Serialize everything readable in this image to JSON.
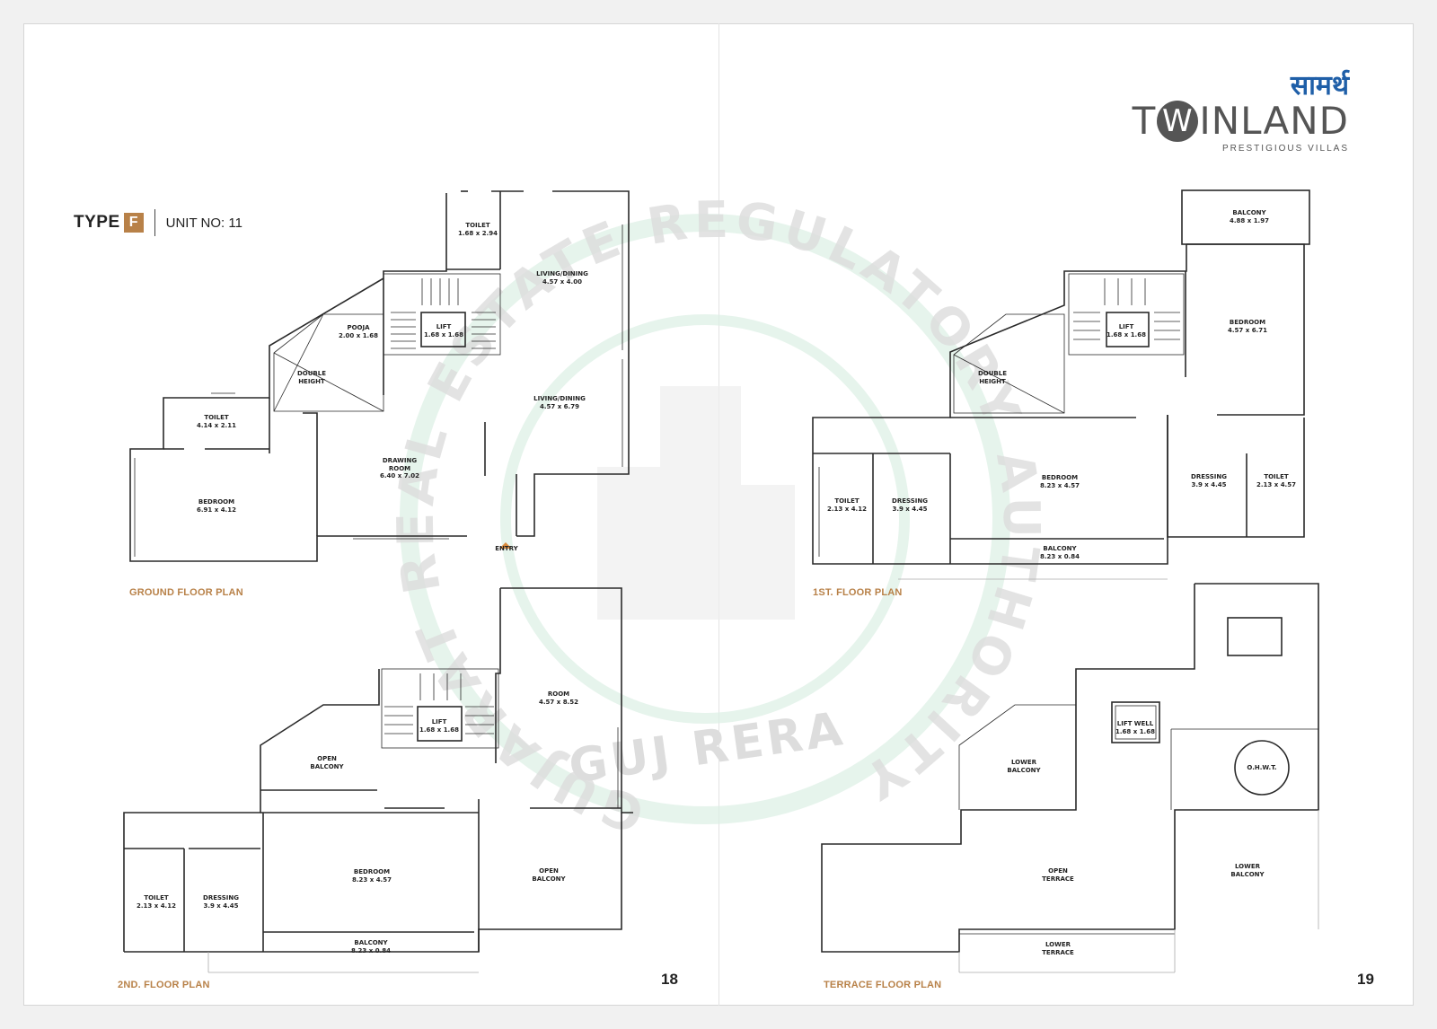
{
  "brand": {
    "hindi_name": "सामर्थ",
    "name_prefix": "T",
    "name_w": "W",
    "name_suffix": "INLAND",
    "tagline": "PRESTIGIOUS VILLAS"
  },
  "unit_header": {
    "type_word": "TYPE",
    "type_letter": "F",
    "unit_label": "UNIT NO: 11"
  },
  "watermark": {
    "ring_text": "GUJARAT REAL ESTATE REGULATORY AUTHORITY",
    "bottom_text": "GUJ RERA"
  },
  "page_numbers": {
    "left": "18",
    "right": "19"
  },
  "plans": {
    "ground": {
      "title": "GROUND FLOOR PLAN",
      "rooms": [
        {
          "name": "TOILET",
          "size": "1.68 x 2.94"
        },
        {
          "name": "LIVING/DINING",
          "size": "4.57 x 4.00"
        },
        {
          "name": "POOJA",
          "size": "2.00 x 1.68"
        },
        {
          "name": "LIFT",
          "size": "1.68 x 1.68"
        },
        {
          "name": "DOUBLE\nHEIGHT",
          "size": ""
        },
        {
          "name": "LIVING/DINING",
          "size": "4.57 x 6.79"
        },
        {
          "name": "TOILET",
          "size": "4.14 x 2.11"
        },
        {
          "name": "DRAWING\nROOM",
          "size": "6.40 x 7.02"
        },
        {
          "name": "BEDROOM",
          "size": "6.91 x 4.12"
        }
      ],
      "entry_label": "ENTRY"
    },
    "first": {
      "title": "1ST. FLOOR PLAN",
      "rooms": [
        {
          "name": "BALCONY",
          "size": "4.88 x 1.97"
        },
        {
          "name": "BEDROOM",
          "size": "4.57 x 6.71"
        },
        {
          "name": "LIFT",
          "size": "1.68 x 1.68"
        },
        {
          "name": "DOUBLE\nHEIGHT",
          "size": ""
        },
        {
          "name": "BEDROOM",
          "size": "8.23 x 4.57"
        },
        {
          "name": "DRESSING",
          "size": "3.9 x 4.45"
        },
        {
          "name": "TOILET",
          "size": "2.13 x 4.57"
        },
        {
          "name": "TOILET",
          "size": "2.13 x 4.12"
        },
        {
          "name": "DRESSING",
          "size": "3.9 x 4.45"
        },
        {
          "name": "BALCONY",
          "size": "8.23 x 0.84"
        }
      ]
    },
    "second": {
      "title": "2ND. FLOOR PLAN",
      "rooms": [
        {
          "name": "ROOM",
          "size": "4.57 x 8.52"
        },
        {
          "name": "LIFT",
          "size": "1.68 x 1.68"
        },
        {
          "name": "OPEN\nBALCONY",
          "size": ""
        },
        {
          "name": "BEDROOM",
          "size": "8.23 x 4.57"
        },
        {
          "name": "OPEN\nBALCONY",
          "size": ""
        },
        {
          "name": "TOILET",
          "size": "2.13 x 4.12"
        },
        {
          "name": "DRESSING",
          "size": "3.9 x 4.45"
        },
        {
          "name": "BALCONY",
          "size": "8.23 x 0.84"
        }
      ]
    },
    "terrace": {
      "title": "TERRACE FLOOR PLAN",
      "rooms": [
        {
          "name": "LIFT WELL",
          "size": "1.68 x 1.68"
        },
        {
          "name": "LOWER\nBALCONY",
          "size": ""
        },
        {
          "name": "O.H.W.T.",
          "size": ""
        },
        {
          "name": "OPEN\nTERRACE",
          "size": ""
        },
        {
          "name": "LOWER\nBALCONY",
          "size": ""
        },
        {
          "name": "LOWER\nTERRACE",
          "size": ""
        }
      ]
    }
  }
}
